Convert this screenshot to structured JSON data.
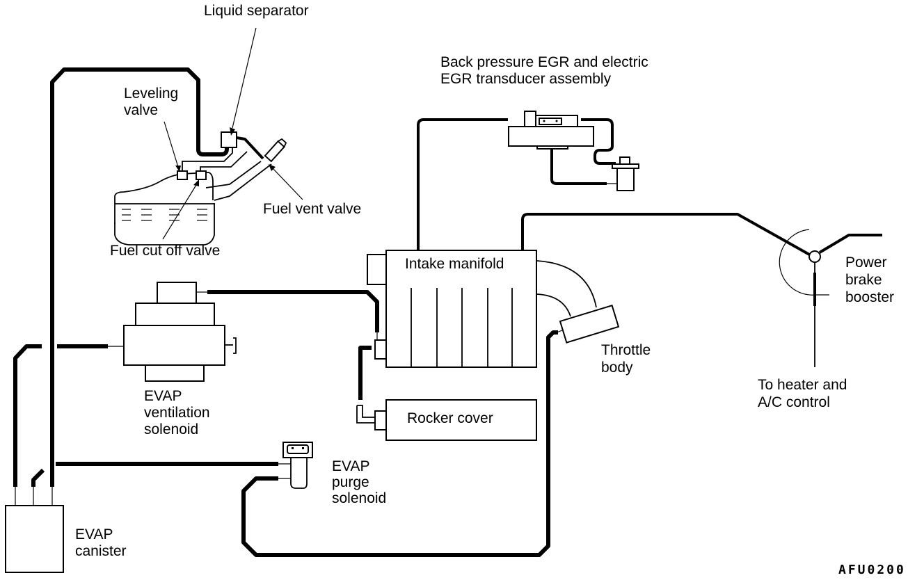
{
  "diagram": {
    "title": "EVAP / vacuum hose routing diagram",
    "figure_code": "AFU0200",
    "labels": {
      "liquid_separator": [
        "Liquid separator"
      ],
      "leveling_valve": [
        "Leveling",
        "valve"
      ],
      "fuel_vent_valve": [
        "Fuel vent valve"
      ],
      "fuel_cut_off_valve": [
        "Fuel cut off valve"
      ],
      "egr_assembly": [
        "Back pressure EGR and electric",
        "EGR transducer assembly"
      ],
      "intake_manifold": [
        "Intake manifold"
      ],
      "throttle_body": [
        "Throttle",
        "body"
      ],
      "power_brake_booster": [
        "Power",
        "brake",
        "booster"
      ],
      "heater_ac": [
        "To heater and",
        "A/C control"
      ],
      "evap_ventilation_solenoid": [
        "EVAP",
        "ventilation",
        "solenoid"
      ],
      "rocker_cover": [
        "Rocker cover"
      ],
      "evap_purge_solenoid": [
        "EVAP",
        "purge",
        "solenoid"
      ],
      "evap_canister": [
        "EVAP",
        "canister"
      ]
    },
    "components": [
      "Fuel tank",
      "Liquid separator",
      "Leveling valve",
      "Fuel cut off valve",
      "Fuel vent valve",
      "Back pressure EGR and electric EGR transducer assembly",
      "Intake manifold",
      "Throttle body",
      "Power brake booster",
      "EVAP ventilation solenoid",
      "Rocker cover",
      "EVAP purge solenoid",
      "EVAP canister"
    ]
  }
}
